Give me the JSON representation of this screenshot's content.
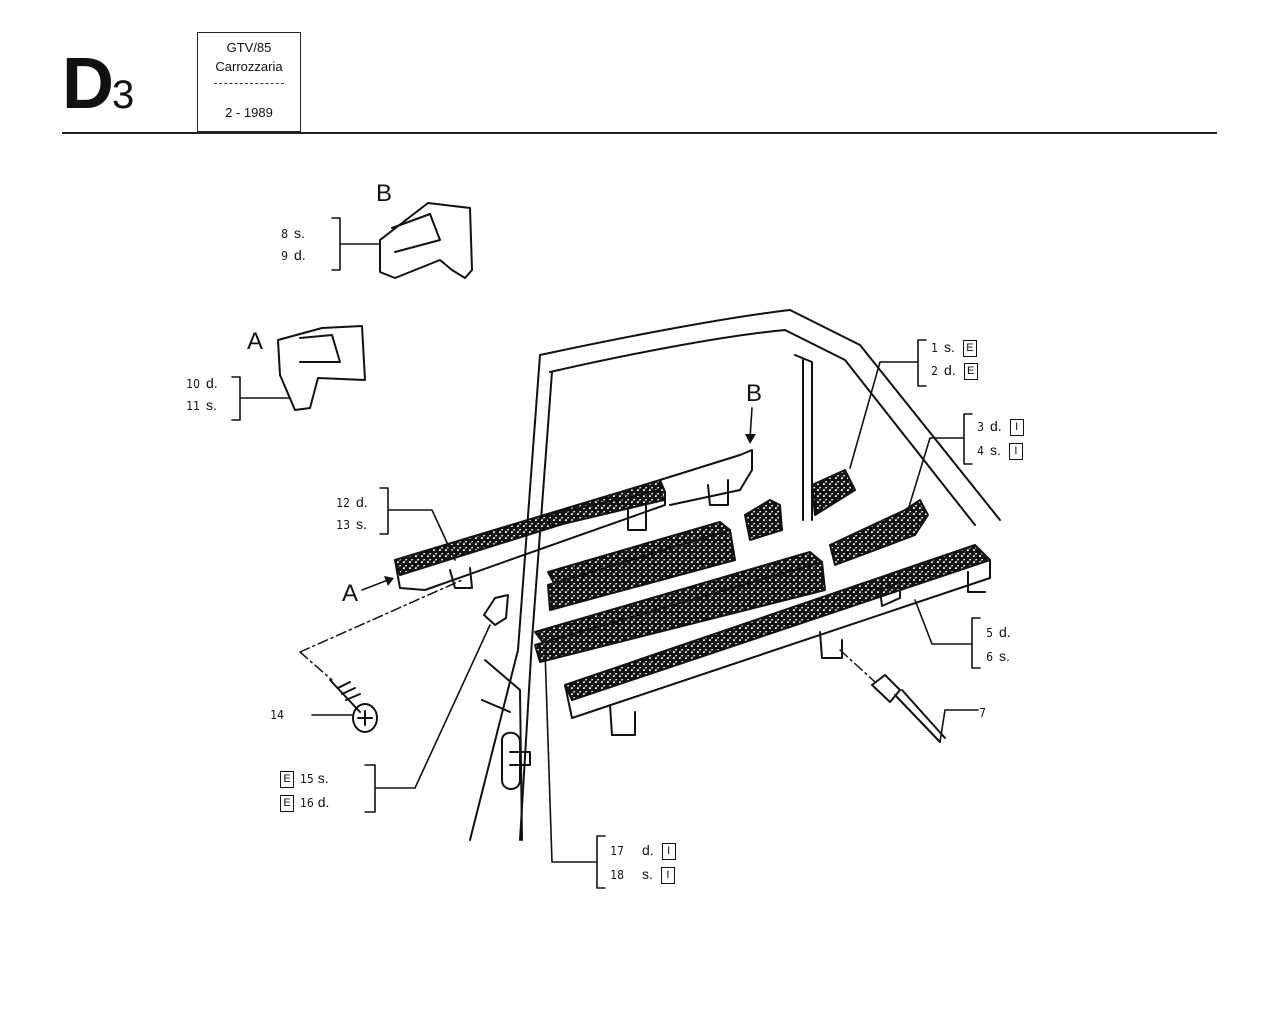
{
  "header": {
    "page_code": "D",
    "page_code_sub": "3",
    "title_line1": "GTV/85",
    "title_line2": "Carrozzaria",
    "title_date": "2 - 1989"
  },
  "callout_letters": {
    "a_top": "A",
    "b_top": "B",
    "a_rail": "A",
    "b_rail": "B"
  },
  "parts": {
    "p8": {
      "num": "8",
      "side": "s."
    },
    "p9": {
      "num": "9",
      "side": "d."
    },
    "p10": {
      "num": "10",
      "side": "d."
    },
    "p11": {
      "num": "11",
      "side": "s."
    },
    "p1": {
      "num": "1",
      "side": "s.",
      "tag": "E"
    },
    "p2": {
      "num": "2",
      "side": "d.",
      "tag": "E"
    },
    "p3": {
      "num": "3",
      "side": "d.",
      "tag": "I"
    },
    "p4": {
      "num": "4",
      "side": "s.",
      "tag": "I"
    },
    "p12": {
      "num": "12",
      "side": "d."
    },
    "p13": {
      "num": "13",
      "side": "s."
    },
    "p5": {
      "num": "5",
      "side": "d."
    },
    "p6": {
      "num": "6",
      "side": "s."
    },
    "p7": {
      "num": "7"
    },
    "p14": {
      "num": "14"
    },
    "p15": {
      "num": "15",
      "side": "s.",
      "tag": "E"
    },
    "p16": {
      "num": "16",
      "side": "d.",
      "tag": "E"
    },
    "p17": {
      "num": "17",
      "side": "d.",
      "tag": "I"
    },
    "p18": {
      "num": "18",
      "side": "s.",
      "tag": "I"
    }
  }
}
